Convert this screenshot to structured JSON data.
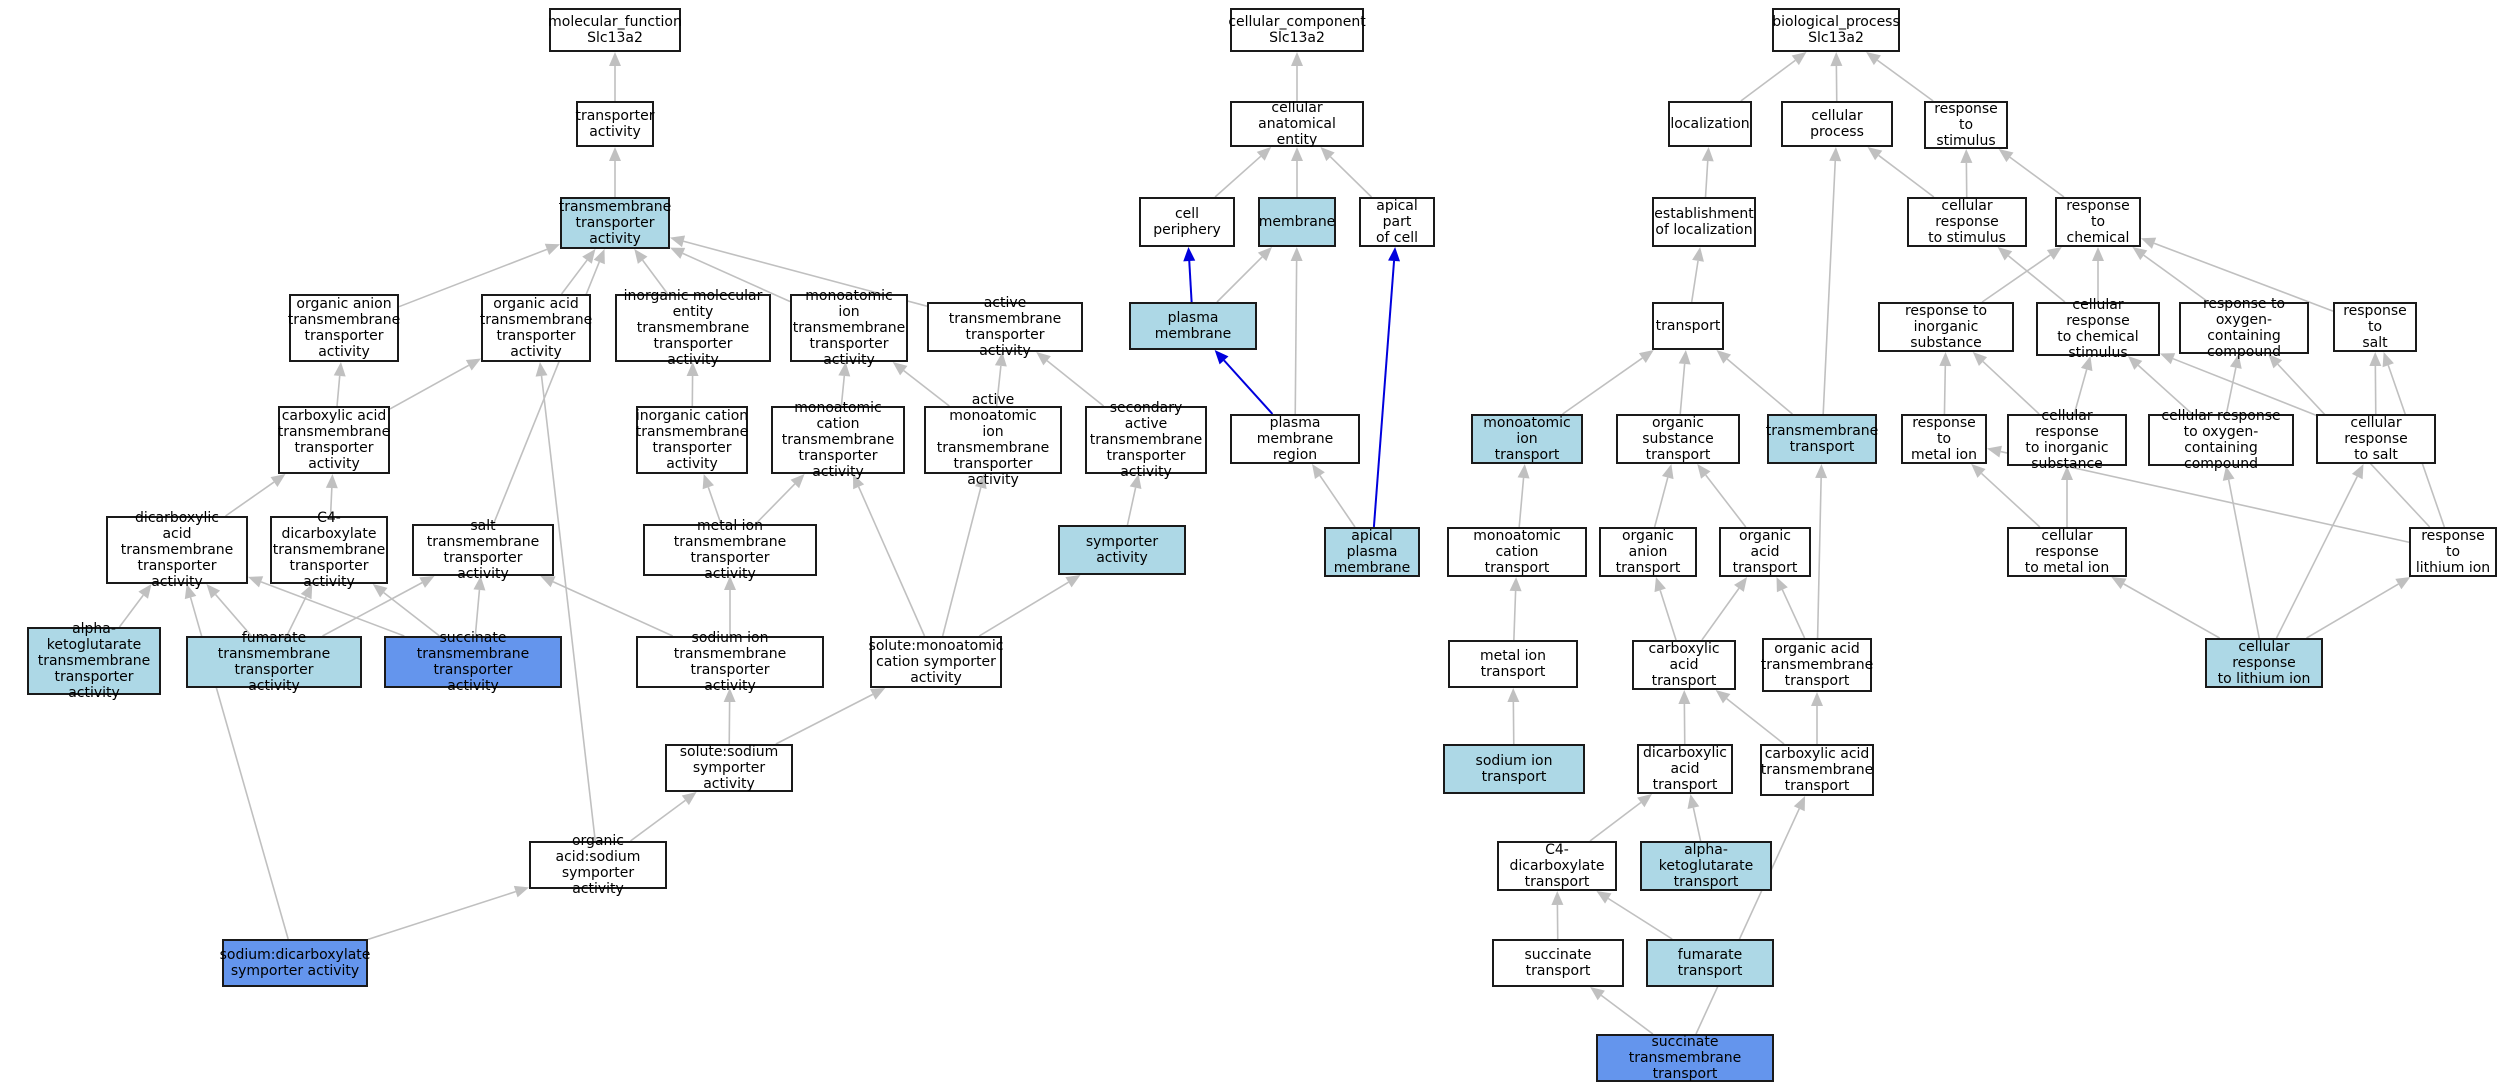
{
  "colors": {
    "light": "#add8e6",
    "strong": "#6495ed",
    "none": "#ffffff",
    "edge_default": "#c0c0c0",
    "edge_highlight": "#0000dd"
  },
  "nodes": {
    "mf_root": {
      "label": "molecular_function\nSlc13a2",
      "fill": "none"
    },
    "mf_transporter": {
      "label": "transporter\nactivity",
      "fill": "none"
    },
    "mf_tm_transporter": {
      "label": "transmembrane\ntransporter\nactivity",
      "fill": "light"
    },
    "mf_organic_anion": {
      "label": "organic anion\ntransmembrane\ntransporter\nactivity",
      "fill": "none"
    },
    "mf_organic_acid": {
      "label": "organic acid\ntransmembrane\ntransporter\nactivity",
      "fill": "none"
    },
    "mf_inorganic_molecular": {
      "label": "inorganic molecular\nentity transmembrane\ntransporter\nactivity",
      "fill": "none"
    },
    "mf_monoatomic_ion": {
      "label": "monoatomic ion\ntransmembrane\ntransporter\nactivity",
      "fill": "none"
    },
    "mf_active_tm": {
      "label": "active transmembrane\ntransporter\nactivity",
      "fill": "none"
    },
    "mf_carboxylic": {
      "label": "carboxylic acid\ntransmembrane\ntransporter\nactivity",
      "fill": "none"
    },
    "mf_inorganic_cation": {
      "label": "inorganic cation\ntransmembrane\ntransporter\nactivity",
      "fill": "none"
    },
    "mf_monoatomic_cation": {
      "label": "monoatomic cation\ntransmembrane\ntransporter\nactivity",
      "fill": "none"
    },
    "mf_active_monoatomic": {
      "label": "active monoatomic\nion transmembrane\ntransporter\nactivity",
      "fill": "none"
    },
    "mf_secondary_active": {
      "label": "secondary active\ntransmembrane\ntransporter\nactivity",
      "fill": "none"
    },
    "mf_dicarboxylic": {
      "label": "dicarboxylic\nacid transmembrane\ntransporter\nactivity",
      "fill": "none"
    },
    "mf_c4_dicarboxylate": {
      "label": "C4-dicarboxylate\ntransmembrane\ntransporter\nactivity",
      "fill": "none"
    },
    "mf_salt": {
      "label": "salt transmembrane\ntransporter\nactivity",
      "fill": "none"
    },
    "mf_metal_ion": {
      "label": "metal ion transmembrane\ntransporter\nactivity",
      "fill": "none"
    },
    "mf_symporter": {
      "label": "symporter activity",
      "fill": "light"
    },
    "mf_alpha_kg": {
      "label": "alpha-ketoglutarate\ntransmembrane\ntransporter\nactivity",
      "fill": "light"
    },
    "mf_fumarate": {
      "label": "fumarate transmembrane\ntransporter\nactivity",
      "fill": "light"
    },
    "mf_succinate": {
      "label": "succinate transmembrane\ntransporter\nactivity",
      "fill": "strong"
    },
    "mf_sodium_ion": {
      "label": "sodium ion transmembrane\ntransporter\nactivity",
      "fill": "none"
    },
    "mf_solute_monoatomic": {
      "label": "solute:monoatomic\ncation symporter\nactivity",
      "fill": "none"
    },
    "mf_solute_sodium": {
      "label": "solute:sodium\nsymporter activity",
      "fill": "none"
    },
    "mf_organic_acid_sodium": {
      "label": "organic acid:sodium\nsymporter activity",
      "fill": "none"
    },
    "mf_sodium_dicarboxylate": {
      "label": "sodium:dicarboxylate\nsymporter activity",
      "fill": "strong"
    },
    "cc_root": {
      "label": "cellular_component\nSlc13a2",
      "fill": "none"
    },
    "cc_anatomical": {
      "label": "cellular anatomical\nentity",
      "fill": "none"
    },
    "cc_periphery": {
      "label": "cell periphery",
      "fill": "none"
    },
    "cc_membrane": {
      "label": "membrane",
      "fill": "light"
    },
    "cc_apical_part": {
      "label": "apical part\nof cell",
      "fill": "none"
    },
    "cc_plasma_membrane": {
      "label": "plasma membrane",
      "fill": "light"
    },
    "cc_pm_region": {
      "label": "plasma membrane\nregion",
      "fill": "none"
    },
    "cc_apical_pm": {
      "label": "apical plasma\nmembrane",
      "fill": "light"
    },
    "bp_root": {
      "label": "biological_process\nSlc13a2",
      "fill": "none"
    },
    "bp_localization": {
      "label": "localization",
      "fill": "none"
    },
    "bp_cellular_process": {
      "label": "cellular process",
      "fill": "none"
    },
    "bp_response_stimulus": {
      "label": "response to\nstimulus",
      "fill": "none"
    },
    "bp_establishment": {
      "label": "establishment\nof localization",
      "fill": "none"
    },
    "bp_cell_resp_stimulus": {
      "label": "cellular response\nto stimulus",
      "fill": "none"
    },
    "bp_response_chemical": {
      "label": "response to\nchemical",
      "fill": "none"
    },
    "bp_transport": {
      "label": "transport",
      "fill": "none"
    },
    "bp_resp_inorganic": {
      "label": "response to\ninorganic substance",
      "fill": "none"
    },
    "bp_cell_resp_chemical": {
      "label": "cellular response\nto chemical\nstimulus",
      "fill": "none"
    },
    "bp_resp_oxygen": {
      "label": "response to\noxygen-containing\ncompound",
      "fill": "none"
    },
    "bp_resp_salt": {
      "label": "response to\nsalt",
      "fill": "none"
    },
    "bp_monoatomic_ion_transport": {
      "label": "monoatomic ion\ntransport",
      "fill": "light"
    },
    "bp_organic_substance": {
      "label": "organic substance\ntransport",
      "fill": "none"
    },
    "bp_tm_transport": {
      "label": "transmembrane\ntransport",
      "fill": "light"
    },
    "bp_resp_metal_ion": {
      "label": "response to\nmetal ion",
      "fill": "none"
    },
    "bp_cell_resp_inorganic": {
      "label": "cellular response\nto inorganic\nsubstance",
      "fill": "none"
    },
    "bp_cell_resp_oxygen": {
      "label": "cellular response\nto oxygen-containing\ncompound",
      "fill": "none"
    },
    "bp_cell_resp_salt": {
      "label": "cellular response\nto salt",
      "fill": "none"
    },
    "bp_monoatomic_cation": {
      "label": "monoatomic cation\ntransport",
      "fill": "none"
    },
    "bp_organic_anion": {
      "label": "organic anion\ntransport",
      "fill": "none"
    },
    "bp_organic_acid": {
      "label": "organic acid\ntransport",
      "fill": "none"
    },
    "bp_cell_resp_metal": {
      "label": "cellular response\nto metal ion",
      "fill": "none"
    },
    "bp_resp_lithium": {
      "label": "response to\nlithium ion",
      "fill": "none"
    },
    "bp_metal_ion_transport": {
      "label": "metal ion transport",
      "fill": "none"
    },
    "bp_carboxylic_transport": {
      "label": "carboxylic acid\ntransport",
      "fill": "none"
    },
    "bp_organic_acid_tm": {
      "label": "organic acid\ntransmembrane\ntransport",
      "fill": "none"
    },
    "bp_cell_resp_lithium": {
      "label": "cellular response\nto lithium ion",
      "fill": "light"
    },
    "bp_sodium_ion_transport": {
      "label": "sodium ion transport",
      "fill": "light"
    },
    "bp_dicarboxylic_transport": {
      "label": "dicarboxylic\nacid transport",
      "fill": "none"
    },
    "bp_carboxylic_tm": {
      "label": "carboxylic acid\ntransmembrane\ntransport",
      "fill": "none"
    },
    "bp_c4_dicarboxylate": {
      "label": "C4-dicarboxylate\ntransport",
      "fill": "none"
    },
    "bp_alpha_kg_transport": {
      "label": "alpha-ketoglutarate\ntransport",
      "fill": "light"
    },
    "bp_succinate_transport": {
      "label": "succinate transport",
      "fill": "none"
    },
    "bp_fumarate_transport": {
      "label": "fumarate transport",
      "fill": "light"
    },
    "bp_succinate_tm": {
      "label": "succinate transmembrane\ntransport",
      "fill": "strong"
    }
  },
  "edges": [
    {
      "from": "mf_transporter",
      "to": "mf_root"
    },
    {
      "from": "mf_tm_transporter",
      "to": "mf_transporter"
    },
    {
      "from": "mf_organic_anion",
      "to": "mf_tm_transporter"
    },
    {
      "from": "mf_organic_acid",
      "to": "mf_tm_transporter"
    },
    {
      "from": "mf_inorganic_molecular",
      "to": "mf_tm_transporter"
    },
    {
      "from": "mf_monoatomic_ion",
      "to": "mf_tm_transporter"
    },
    {
      "from": "mf_active_tm",
      "to": "mf_tm_transporter"
    },
    {
      "from": "mf_salt",
      "to": "mf_tm_transporter"
    },
    {
      "from": "mf_carboxylic",
      "to": "mf_organic_anion"
    },
    {
      "from": "mf_carboxylic",
      "to": "mf_organic_acid"
    },
    {
      "from": "mf_inorganic_cation",
      "to": "mf_inorganic_molecular"
    },
    {
      "from": "mf_monoatomic_cation",
      "to": "mf_monoatomic_ion"
    },
    {
      "from": "mf_active_monoatomic",
      "to": "mf_monoatomic_ion"
    },
    {
      "from": "mf_active_monoatomic",
      "to": "mf_active_tm"
    },
    {
      "from": "mf_secondary_active",
      "to": "mf_active_tm"
    },
    {
      "from": "mf_dicarboxylic",
      "to": "mf_carboxylic"
    },
    {
      "from": "mf_c4_dicarboxylate",
      "to": "mf_carboxylic"
    },
    {
      "from": "mf_metal_ion",
      "to": "mf_inorganic_cation"
    },
    {
      "from": "mf_metal_ion",
      "to": "mf_monoatomic_cation"
    },
    {
      "from": "mf_symporter",
      "to": "mf_secondary_active"
    },
    {
      "from": "mf_alpha_kg",
      "to": "mf_dicarboxylic"
    },
    {
      "from": "mf_fumarate",
      "to": "mf_dicarboxylic"
    },
    {
      "from": "mf_fumarate",
      "to": "mf_c4_dicarboxylate"
    },
    {
      "from": "mf_fumarate",
      "to": "mf_salt"
    },
    {
      "from": "mf_succinate",
      "to": "mf_dicarboxylic"
    },
    {
      "from": "mf_succinate",
      "to": "mf_c4_dicarboxylate"
    },
    {
      "from": "mf_succinate",
      "to": "mf_salt"
    },
    {
      "from": "mf_sodium_ion",
      "to": "mf_metal_ion"
    },
    {
      "from": "mf_sodium_ion",
      "to": "mf_salt"
    },
    {
      "from": "mf_solute_monoatomic",
      "to": "mf_monoatomic_cation"
    },
    {
      "from": "mf_solute_monoatomic",
      "to": "mf_active_monoatomic"
    },
    {
      "from": "mf_solute_monoatomic",
      "to": "mf_symporter"
    },
    {
      "from": "mf_solute_sodium",
      "to": "mf_sodium_ion"
    },
    {
      "from": "mf_solute_sodium",
      "to": "mf_solute_monoatomic"
    },
    {
      "from": "mf_organic_acid_sodium",
      "to": "mf_solute_sodium"
    },
    {
      "from": "mf_organic_acid_sodium",
      "to": "mf_organic_acid"
    },
    {
      "from": "mf_sodium_dicarboxylate",
      "to": "mf_organic_acid_sodium"
    },
    {
      "from": "mf_sodium_dicarboxylate",
      "to": "mf_dicarboxylic"
    },
    {
      "from": "cc_anatomical",
      "to": "cc_root"
    },
    {
      "from": "cc_periphery",
      "to": "cc_anatomical"
    },
    {
      "from": "cc_membrane",
      "to": "cc_anatomical"
    },
    {
      "from": "cc_apical_part",
      "to": "cc_anatomical"
    },
    {
      "from": "cc_plasma_membrane",
      "to": "cc_periphery",
      "highlight": true
    },
    {
      "from": "cc_plasma_membrane",
      "to": "cc_membrane"
    },
    {
      "from": "cc_pm_region",
      "to": "cc_plasma_membrane",
      "highlight": true
    },
    {
      "from": "cc_pm_region",
      "to": "cc_membrane"
    },
    {
      "from": "cc_apical_pm",
      "to": "cc_pm_region"
    },
    {
      "from": "cc_apical_pm",
      "to": "cc_apical_part",
      "highlight": true
    },
    {
      "from": "bp_localization",
      "to": "bp_root"
    },
    {
      "from": "bp_cellular_process",
      "to": "bp_root"
    },
    {
      "from": "bp_response_stimulus",
      "to": "bp_root"
    },
    {
      "from": "bp_establishment",
      "to": "bp_localization"
    },
    {
      "from": "bp_cell_resp_stimulus",
      "to": "bp_cellular_process"
    },
    {
      "from": "bp_cell_resp_stimulus",
      "to": "bp_response_stimulus"
    },
    {
      "from": "bp_response_chemical",
      "to": "bp_response_stimulus"
    },
    {
      "from": "bp_transport",
      "to": "bp_establishment"
    },
    {
      "from": "bp_resp_inorganic",
      "to": "bp_response_chemical"
    },
    {
      "from": "bp_cell_resp_chemical",
      "to": "bp_response_chemical"
    },
    {
      "from": "bp_cell_resp_chemical",
      "to": "bp_cell_resp_stimulus"
    },
    {
      "from": "bp_resp_oxygen",
      "to": "bp_response_chemical"
    },
    {
      "from": "bp_resp_salt",
      "to": "bp_response_chemical"
    },
    {
      "from": "bp_monoatomic_ion_transport",
      "to": "bp_transport"
    },
    {
      "from": "bp_organic_substance",
      "to": "bp_transport"
    },
    {
      "from": "bp_tm_transport",
      "to": "bp_transport"
    },
    {
      "from": "bp_tm_transport",
      "to": "bp_cellular_process"
    },
    {
      "from": "bp_resp_metal_ion",
      "to": "bp_resp_inorganic"
    },
    {
      "from": "bp_cell_resp_inorganic",
      "to": "bp_resp_inorganic"
    },
    {
      "from": "bp_cell_resp_inorganic",
      "to": "bp_cell_resp_chemical"
    },
    {
      "from": "bp_cell_resp_oxygen",
      "to": "bp_resp_oxygen"
    },
    {
      "from": "bp_cell_resp_oxygen",
      "to": "bp_cell_resp_chemical"
    },
    {
      "from": "bp_cell_resp_salt",
      "to": "bp_resp_salt"
    },
    {
      "from": "bp_cell_resp_salt",
      "to": "bp_cell_resp_chemical"
    },
    {
      "from": "bp_monoatomic_cation",
      "to": "bp_monoatomic_ion_transport"
    },
    {
      "from": "bp_organic_anion",
      "to": "bp_organic_substance"
    },
    {
      "from": "bp_organic_acid",
      "to": "bp_organic_substance"
    },
    {
      "from": "bp_cell_resp_metal",
      "to": "bp_resp_metal_ion"
    },
    {
      "from": "bp_cell_resp_metal",
      "to": "bp_cell_resp_inorganic"
    },
    {
      "from": "bp_resp_lithium",
      "to": "bp_resp_metal_ion"
    },
    {
      "from": "bp_resp_lithium",
      "to": "bp_resp_salt"
    },
    {
      "from": "bp_resp_lithium",
      "to": "bp_resp_oxygen"
    },
    {
      "from": "bp_metal_ion_transport",
      "to": "bp_monoatomic_cation"
    },
    {
      "from": "bp_carboxylic_transport",
      "to": "bp_organic_anion"
    },
    {
      "from": "bp_carboxylic_transport",
      "to": "bp_organic_acid"
    },
    {
      "from": "bp_organic_acid_tm",
      "to": "bp_organic_acid"
    },
    {
      "from": "bp_organic_acid_tm",
      "to": "bp_tm_transport"
    },
    {
      "from": "bp_cell_resp_lithium",
      "to": "bp_cell_resp_metal"
    },
    {
      "from": "bp_cell_resp_lithium",
      "to": "bp_resp_lithium"
    },
    {
      "from": "bp_cell_resp_lithium",
      "to": "bp_cell_resp_oxygen"
    },
    {
      "from": "bp_cell_resp_lithium",
      "to": "bp_cell_resp_salt"
    },
    {
      "from": "bp_sodium_ion_transport",
      "to": "bp_metal_ion_transport"
    },
    {
      "from": "bp_dicarboxylic_transport",
      "to": "bp_carboxylic_transport"
    },
    {
      "from": "bp_carboxylic_tm",
      "to": "bp_carboxylic_transport"
    },
    {
      "from": "bp_carboxylic_tm",
      "to": "bp_organic_acid_tm"
    },
    {
      "from": "bp_c4_dicarboxylate",
      "to": "bp_dicarboxylic_transport"
    },
    {
      "from": "bp_alpha_kg_transport",
      "to": "bp_dicarboxylic_transport"
    },
    {
      "from": "bp_succinate_transport",
      "to": "bp_c4_dicarboxylate"
    },
    {
      "from": "bp_fumarate_transport",
      "to": "bp_c4_dicarboxylate"
    },
    {
      "from": "bp_succinate_tm",
      "to": "bp_succinate_transport"
    },
    {
      "from": "bp_succinate_tm",
      "to": "bp_carboxylic_tm"
    }
  ]
}
